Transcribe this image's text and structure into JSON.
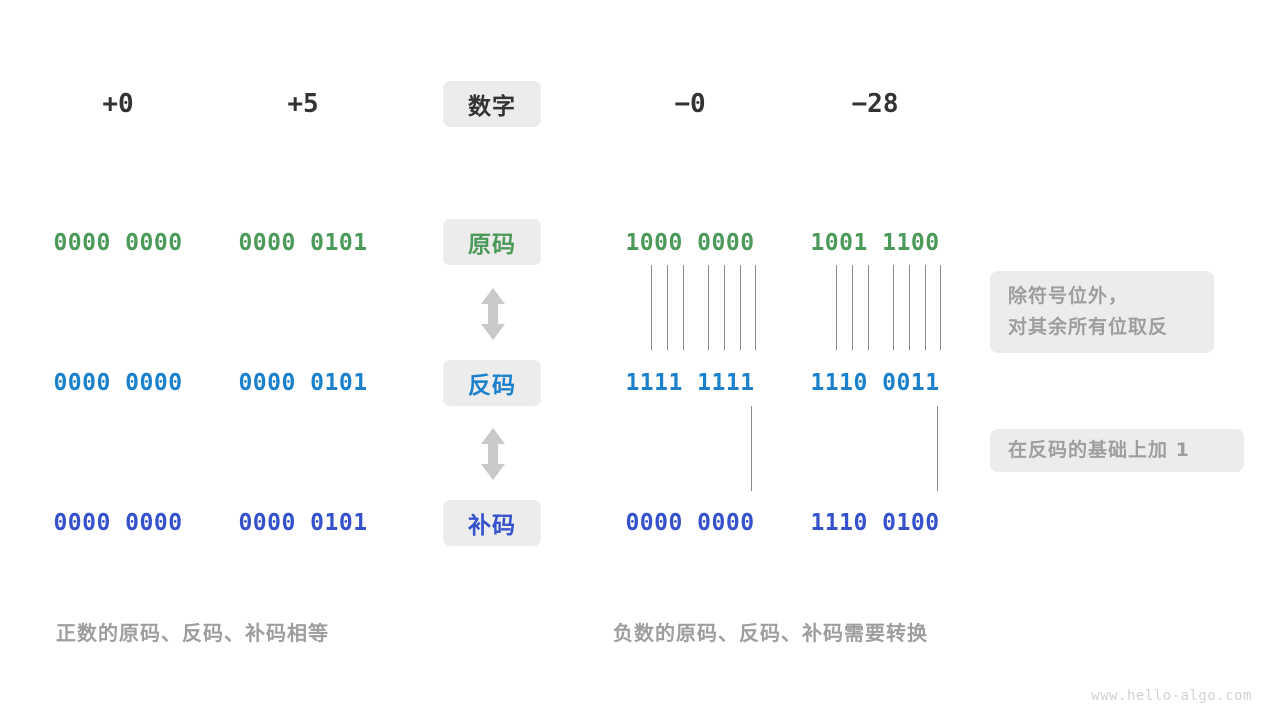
{
  "page": {
    "background": "#ffffff",
    "watermark": "www.hello-algo.com"
  },
  "colors": {
    "green": "#4c9a5a",
    "blue": "#1b81cc",
    "indigo": "#3552cc",
    "dark": "#333333",
    "gray_text": "#9e9e9e",
    "pill_bg": "#ececec",
    "line": "#8a8a8a"
  },
  "headers": {
    "center_label": "数字",
    "numbers": [
      {
        "key": "pos_zero",
        "label": "+0"
      },
      {
        "key": "pos_five",
        "label": "+5"
      },
      {
        "key": "neg_zero",
        "label": "−0"
      },
      {
        "key": "neg_28",
        "label": "−28"
      }
    ]
  },
  "rows": [
    {
      "key": "yuanma",
      "label": "原码",
      "color": "#4c9a5a",
      "cells": {
        "pos_zero": "0000 0000",
        "pos_five": "0000 0101",
        "neg_zero": "1000 0000",
        "neg_28": "1001 1100"
      }
    },
    {
      "key": "fanma",
      "label": "反码",
      "color": "#1b81cc",
      "cells": {
        "pos_zero": "0000 0000",
        "pos_five": "0000 0101",
        "neg_zero": "1111 1111",
        "neg_28": "1110 0011"
      }
    },
    {
      "key": "buma",
      "label": "补码",
      "color": "#3552cc",
      "cells": {
        "pos_zero": "0000 0000",
        "pos_five": "0000 0101",
        "neg_zero": "0000 0000",
        "neg_28": "1110 0100"
      }
    }
  ],
  "notes": {
    "invert_line1": "除符号位外，",
    "invert_line2": "对其余所有位取反",
    "plus_one": "在反码的基础上加 1"
  },
  "captions": {
    "left": "正数的原码、反码、补码相等",
    "right": "负数的原码、反码、补码需要转换"
  },
  "arrows": {
    "yuan_to_fan": "double-vertical-arrow",
    "fan_to_bu": "double-vertical-arrow"
  }
}
